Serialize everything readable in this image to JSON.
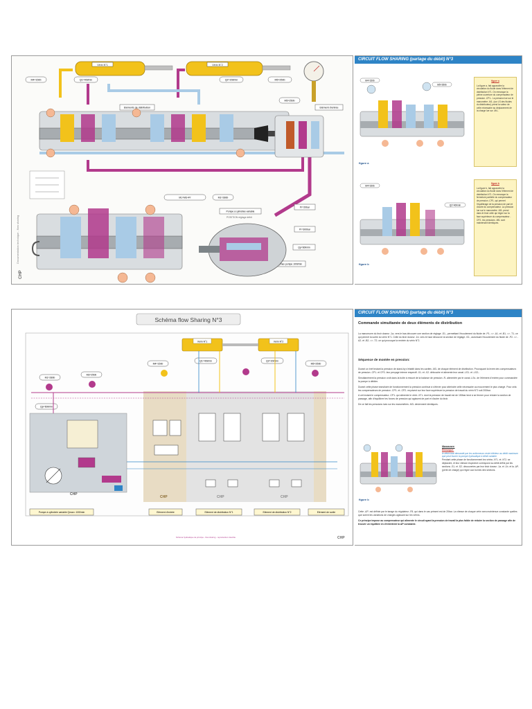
{
  "sheet1": {
    "header": "CIRCUIT FLOW SHARING (partage du débit) N°3",
    "labels": {
      "verin1": "Vérin N°1",
      "verin2": "Vérin N°2",
      "m4": "M4=150b",
      "q1": "Q1=40l/min",
      "q2": "Q2=20l/min",
      "m5": "M5=250b",
      "m5b": "M5=250b",
      "elements_distribution": "Eléments de distribution",
      "element_entree": "Elément d'entrée",
      "m1": "M1=M3+Pr",
      "m1b": "M1=280b",
      "pompe": "Pompe à cylindrée variable",
      "position": "POSITION réglage débit",
      "pr": "Pr=20bar",
      "pmax": "Pr=300bar",
      "qp": "Qp=60l/min",
      "qmax": "Qmax pompe 100l/min",
      "brand": "CHP",
      "side_vertical": "Documentation technique - flow sharing"
    },
    "fig_a": {
      "title": "figure a",
      "label": "figure a",
      "text": "La figure a, fait apparaître la circulation du fluide dans l'élément de distribution N°1. On remarque la pleine ouverture du compensateur de pression -CP1-. La pression lue sur le manomètre -M1- (sur LS des fluides du distributeur) prend la valeur de celle nécessaire au déplacement de la charge lue sur -M4-.",
      "m4": "M4=150b",
      "m5": "M5=250b"
    },
    "fig_b": {
      "title": "figure b",
      "label": "figure b",
      "text": "La figure b, fait apparaître la circulation du fluide dans l'élément de distribution N°1. On remarque la fermeture partielle du compensateur de pression -CP1- qui permet l'équilibrage de la pression de part et d'autre du compensateur. La pression lue sur le manomètre -M3- prend dans le tiroir celle qui règne sur la face supérieure du compensateur -CP2- les pressions -M5- sont maintenant identiques.",
      "m4": "M4=150b",
      "q": "Q2=40l/min"
    }
  },
  "sheet2": {
    "header": "CIRCUIT FLOW SHARING (partage du débit) N°3",
    "schema_title": "Schéma flow Sharing N°3",
    "labels": {
      "verin1": "Vérin N°1",
      "verin2": "Vérin N°2",
      "m4": "M4=150b",
      "q1": "Q1=40l/min",
      "q2": "Q2=20l/min",
      "m5": "M5=250b",
      "m1": "M1=280b",
      "m3": "M3=250b",
      "qp": "Qp=60l/min",
      "pompe": "Pompe à cylindrée variable Qmax= 100l/min",
      "element_entree": "Elément d'entrée",
      "element_d1": "Elément de distribution N°1",
      "element_d2": "Elément de distribution N°2",
      "element_sortie": "Elément de sortie",
      "brand": "CHP",
      "footer": "Schéma hydraulique de principe - flow sharing - reproduction interdite"
    },
    "title": "Commande simultanée de deux éléments de distribution",
    "intro": "La manoeuvre du tiroir doseur -1a- vers le bas découvre une section de réglage -S1-, permettant l'écoulement du fluide de -P1- => -A1- et -B1- => -T1- ce qui permet la sortie du vérin N°1. Celle du tiroir doseur -1b- vers le haut découvre la section de réglage -S2-, autorisant l'écoulement du fluide de -P2- => -A2- et -B2- => -T2- ce qui provoque la rentrée du vérin N°2.",
    "subtitle": "Séquence de montée en pression:",
    "body": [
      "Durant un bref instant la pression de stand-by s'établit dans les cavités -M3- de chaque élément de distribution. Provoquant la levée des compensateurs de pression -CP1- et CP2- leur perçage interne respectif -X1- et -X2- débouche et alimente leur canal -LS1- et -LS2-.",
      "Simultanément la pression croît dans la boîte à ressort de la balance de pression -R- alimentée par le canal -LSx- de l'élément d'entrée pour commandée la pompe à débiter.",
      "Durant cette phase transitoire de fonctionnement la pression continue à s'élever pour atteindre celle nécessaire au mouvement le plus chargé. Pour cela les compensateurs de pression -CP1- et -CP2- reçoivent sur leur face supérieure la pression de travail du vérin N°2 soit 200bar.",
      "A cet instant le compensateur -CP1- qui alimente le vérin -N°1- dont la pression de travail est de 150bar tend à se fermer pour réduire la section de passage, afin d'équilibrer les forces de pression qui agissent de part et d'autre du tiroir.",
      "De ce fait les pressions lues sur les manomètres -M3- deviennent identiques."
    ],
    "figure_label": "figure b",
    "manoeuvre_title": "Manoeuvre:",
    "remarque_title": "Remarque:",
    "remarque_text": "le débit total demandé par les actionneurs reste inférieur au débit maximum que peut fournir la pompe hydraulique à débit variable.",
    "manoeuvre_text": "Pendant cette phase de fonctionnement les vérins -N°1- et -N°2- se déplacent, et leur vitesse respective correspond au débit défini par les sections -S1- et -S2- découvertes par leur tiroir doseur -1a- et -1b- et la -ΔP- (perte de charge) qui règne aux bornes des sections.",
    "closing": [
      "Cette -ΔP- est définie par le tarage du régulateur -F8- qui dans le cas présent est de 20bar. La vitesse de chaque vérin sera maintenue constante quelles que soient les variations de charges agissant sur les vérins.",
      "Ce principe impose au compensateur qui alimente le circuit ayant la pression de travail la plus faible de réduire la section de passage afin de trouver un équilibre en d'entretenir la ΔP constante."
    ]
  },
  "colors": {
    "header_blue": "#2e84c6",
    "pressure_magenta": "#b23a8c",
    "load_yellow": "#f2c21b",
    "return_blue": "#a9cbe6",
    "note_yellow": "#fdf4c2"
  }
}
